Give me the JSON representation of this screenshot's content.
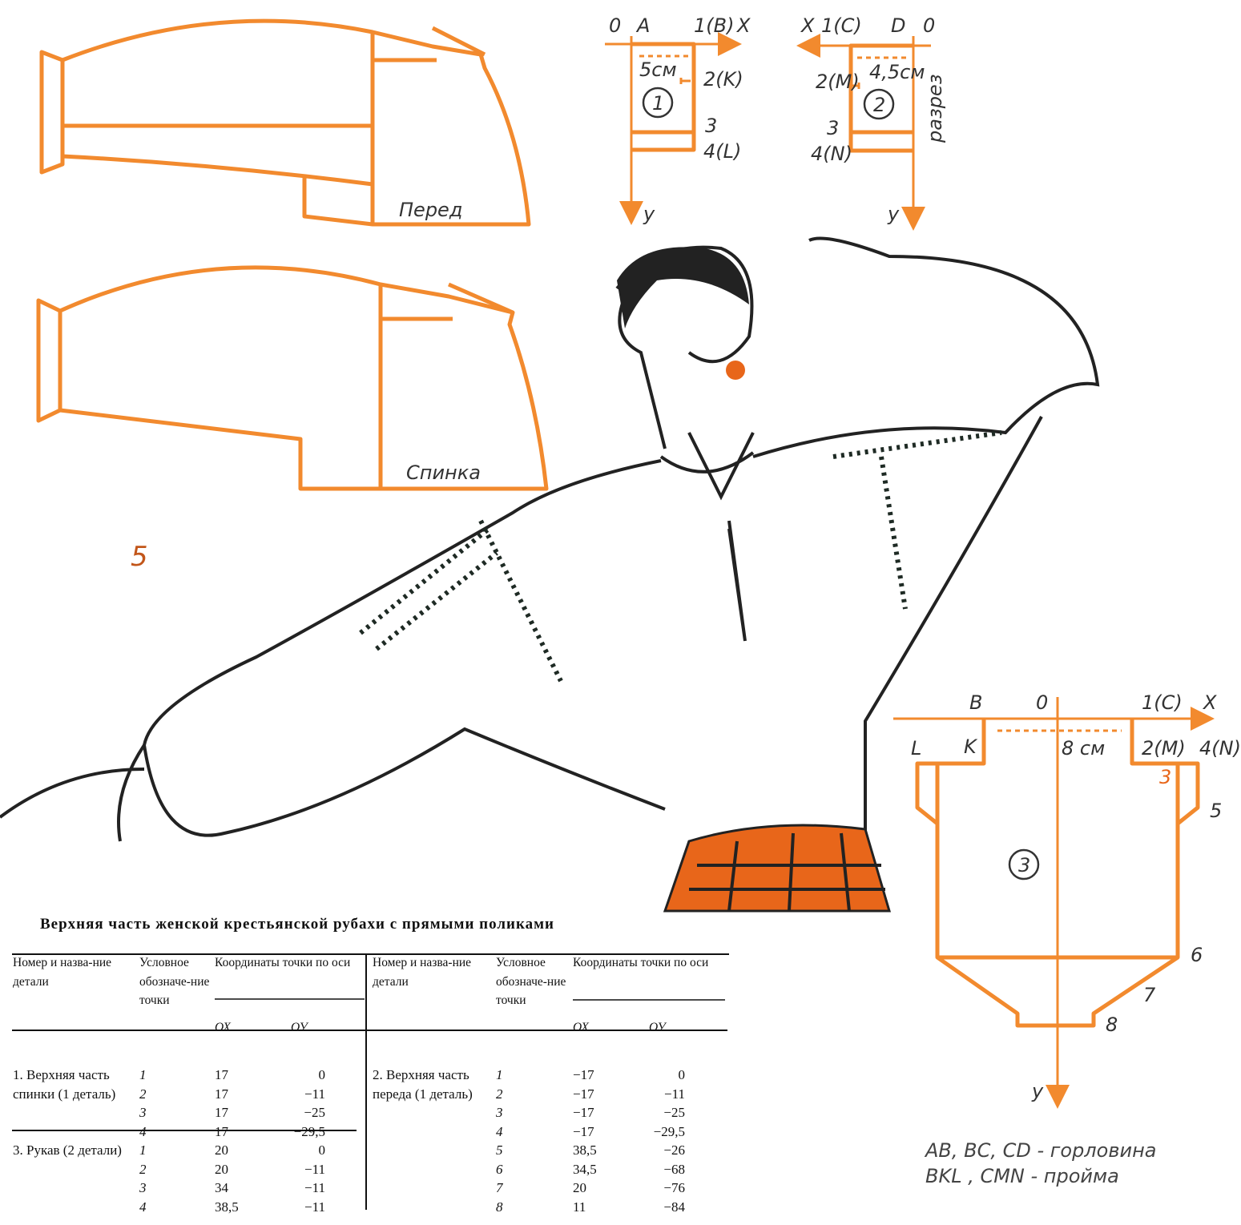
{
  "figure_number": "5",
  "pattern_pieces": {
    "front_label": "Перед",
    "back_label": "Спинка"
  },
  "detail1": {
    "origin": "0",
    "a": "A",
    "p1": "1(B)",
    "x": "X",
    "y": "y",
    "width": "5см",
    "p2": "2(K)",
    "p3": "3",
    "p4": "4(L)",
    "number": "1"
  },
  "detail2": {
    "origin": "0",
    "d": "D",
    "p1": "1(C)",
    "x": "X",
    "y": "y",
    "width": "4,5см",
    "p2": "2(M)",
    "p3": "3",
    "p4": "4(N)",
    "number": "2",
    "cut": "разрез"
  },
  "detail3": {
    "b": "B",
    "origin": "0",
    "p1": "1(C)",
    "x": "X",
    "l": "L",
    "k": "K",
    "width": "8 см",
    "p2": "2(M)",
    "p4": "4(N)",
    "p3": "3",
    "p5": "5",
    "p6": "6",
    "p7": "7",
    "p8": "8",
    "y": "y",
    "number": "3"
  },
  "legend": {
    "line1": "AB, BC, CD - горловина",
    "line2": "BKL , CMN - пройма"
  },
  "colors": {
    "pattern": "#f28a2e",
    "ink": "#222222",
    "skirt": "#e8661a"
  },
  "table": {
    "title": "Верхняя часть женской крестьянской рубахи с прямыми поликами",
    "headers": {
      "part": "Номер и назва-ние детали",
      "point": "Условное обозначе-ние точки",
      "coords": "Координаты точки по оси",
      "ox": "ОХ",
      "oy": "ОУ"
    },
    "left": [
      {
        "part": "1. Верхняя часть спинки (1 деталь)",
        "rows": [
          [
            "1",
            "17",
            "0"
          ],
          [
            "2",
            "17",
            "−11"
          ],
          [
            "3",
            "17",
            "−25"
          ],
          [
            "4",
            "17",
            "−29,5"
          ]
        ]
      },
      {
        "part": "3. Рукав (2 детали)",
        "rows": [
          [
            "1",
            "20",
            "0"
          ],
          [
            "2",
            "20",
            "−11"
          ],
          [
            "3",
            "34",
            "−11"
          ],
          [
            "4",
            "38,5",
            "−11"
          ]
        ]
      }
    ],
    "right": [
      {
        "part": "2. Верхняя часть переда (1 деталь)",
        "rows": [
          [
            "1",
            "−17",
            "0"
          ],
          [
            "2",
            "−17",
            "−11"
          ],
          [
            "3",
            "−17",
            "−25"
          ],
          [
            "4",
            "−17",
            "−29,5"
          ],
          [
            "5",
            "38,5",
            "−26"
          ],
          [
            "6",
            "34,5",
            "−68"
          ],
          [
            "7",
            "20",
            "−76"
          ],
          [
            "8",
            "11",
            "−84"
          ]
        ]
      }
    ]
  }
}
